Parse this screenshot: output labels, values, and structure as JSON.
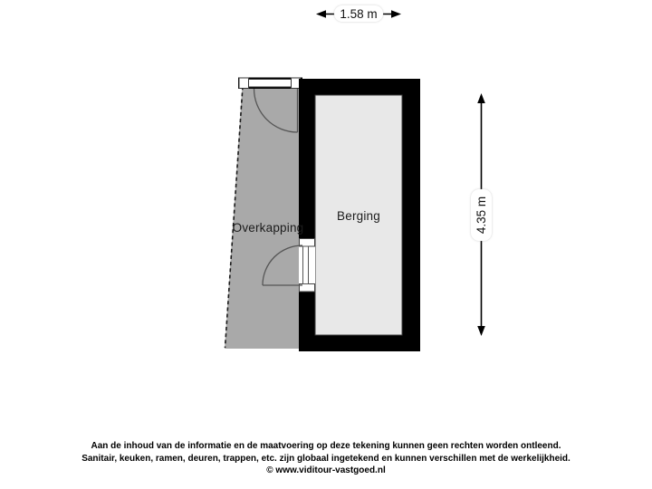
{
  "floorplan": {
    "rooms": [
      {
        "label": "Overkapping"
      },
      {
        "label": "Berging"
      }
    ],
    "dimensions": {
      "width": "1.58 m",
      "height": "4.35 m"
    },
    "colors": {
      "wall": "#000000",
      "canopy_fill": "#a9a9a9",
      "room_fill": "#e8e8e8",
      "door_line": "#555555",
      "background": "#ffffff"
    }
  },
  "footer": {
    "line1": "Aan de inhoud van de informatie en de maatvoering op deze tekening kunnen geen rechten worden ontleend.",
    "line2": "Sanitair, keuken, ramen, deuren, trappen, etc. zijn globaal ingetekend en kunnen verschillen met de werkelijkheid.",
    "line3": "© www.viditour-vastgoed.nl"
  }
}
